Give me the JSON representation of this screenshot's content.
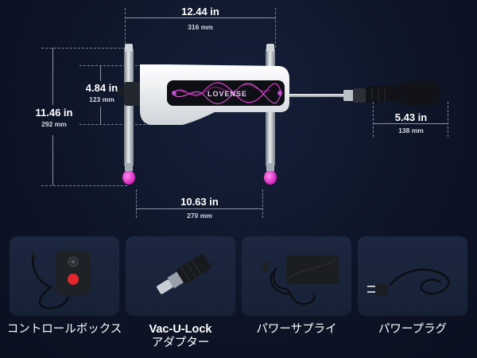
{
  "dimensions": {
    "width": {
      "main": "12.44 in",
      "sub": "316 mm"
    },
    "head_height": {
      "main": "4.84 in",
      "sub": "123 mm"
    },
    "total_height": {
      "main": "11.46 in",
      "sub": "292 mm"
    },
    "attachment": {
      "main": "5.43 in",
      "sub": "138 mm"
    },
    "leg_span": {
      "main": "10.63 in",
      "sub": "270 mm"
    }
  },
  "brand": {
    "logo_text": "LOVENSE"
  },
  "accessories": [
    {
      "label": "コントロールボックス",
      "icon": "control-box"
    },
    {
      "label_line1": "Vac-U-Lock",
      "label_line2": "アダプター",
      "icon": "vac-u-lock-adapter"
    },
    {
      "label": "パワーサプライ",
      "icon": "power-supply"
    },
    {
      "label": "パワープラグ",
      "icon": "power-plug"
    }
  ],
  "colors": {
    "accent": "#e23bd8",
    "background": "#0d1426",
    "card": "#1a2439"
  }
}
